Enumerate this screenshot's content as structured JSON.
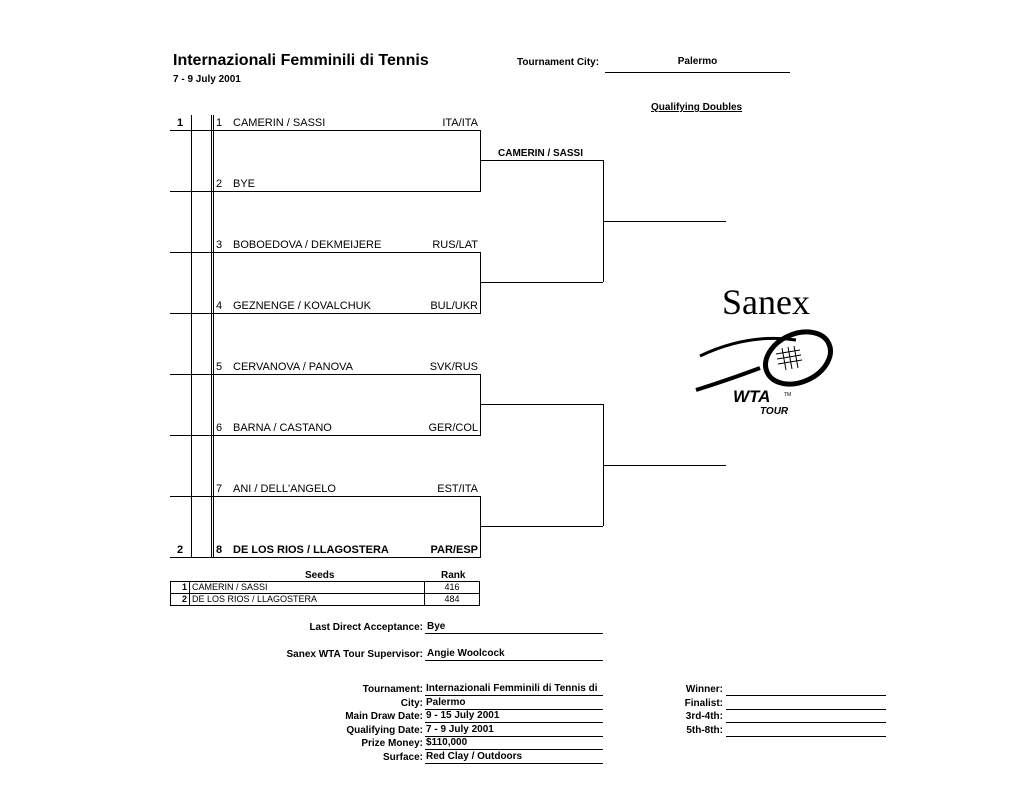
{
  "header": {
    "title": "Internazionali Femminili di Tennis di",
    "dates": "7 - 9 July 2001",
    "city_label": "Tournament City:",
    "city_value": "Palermo",
    "event": "Qualifying Doubles"
  },
  "draw": [
    {
      "seed": "1",
      "line": "1",
      "name": "CAMERIN / SASSI",
      "country": "ITA/ITA",
      "bold": false
    },
    {
      "seed": "",
      "line": "2",
      "name": "BYE",
      "country": "",
      "bold": false
    },
    {
      "seed": "",
      "line": "3",
      "name": "BOBOEDOVA / DEKMEIJERE",
      "country": "RUS/LAT",
      "bold": false
    },
    {
      "seed": "",
      "line": "4",
      "name": "GEZNENGE / KOVALCHUK",
      "country": "BUL/UKR",
      "bold": false
    },
    {
      "seed": "",
      "line": "5",
      "name": "CERVANOVA / PANOVA",
      "country": "SVK/RUS",
      "bold": false
    },
    {
      "seed": "",
      "line": "6",
      "name": "BARNA / CASTANO",
      "country": "GER/COL",
      "bold": false
    },
    {
      "seed": "",
      "line": "7",
      "name": "ANI / DELL'ANGELO",
      "country": "EST/ITA",
      "bold": false
    },
    {
      "seed": "2",
      "line": "8",
      "name": "DE LOS RIOS / LLAGOSTERA",
      "country": "PAR/ESP",
      "bold": true
    }
  ],
  "round2": {
    "winner_1": "CAMERIN / SASSI"
  },
  "seeds": {
    "header_seeds": "Seeds",
    "header_rank": "Rank",
    "rows": [
      {
        "num": "1",
        "name": "CAMERIN / SASSI",
        "rank": "416"
      },
      {
        "num": "2",
        "name": "DE LOS RIOS / LLAGOSTERA",
        "rank": "484"
      }
    ]
  },
  "acceptance": {
    "last_direct_label": "Last Direct Acceptance:",
    "last_direct_value": "Bye",
    "supervisor_label": "Sanex WTA Tour Supervisor:",
    "supervisor_value": "Angie Woolcock"
  },
  "info": [
    {
      "label": "Tournament:",
      "value": "Internazionali Femminili di Tennis di"
    },
    {
      "label": "City:",
      "value": "Palermo"
    },
    {
      "label": "Main Draw Date:",
      "value": "9 - 15 July 2001"
    },
    {
      "label": "Qualifying Date:",
      "value": "7 - 9 July 2001"
    },
    {
      "label": "Prize Money:",
      "value": "$110,000"
    },
    {
      "label": "Surface:",
      "value": "Red Clay / Outdoors"
    }
  ],
  "results": [
    {
      "label": "Winner:"
    },
    {
      "label": "Finalist:"
    },
    {
      "label": "3rd-4th:"
    },
    {
      "label": "5th-8th:"
    }
  ],
  "logo": {
    "brand": "Sanex",
    "sub": "WTA",
    "tour": "TOUR",
    "tm": "TM"
  }
}
